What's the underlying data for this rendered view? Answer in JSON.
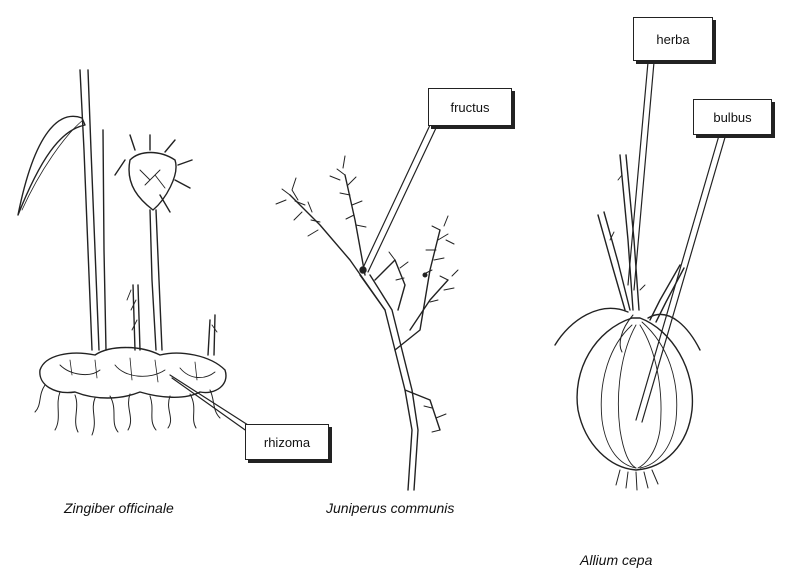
{
  "labels": {
    "herba": "herba",
    "fructus": "fructus",
    "bulbus": "bulbus",
    "rhizoma": "rhizoma"
  },
  "captions": {
    "zingiber": "Zingiber officinale",
    "juniperus": "Juniperus communis",
    "allium": "Allium cepa"
  },
  "colors": {
    "ink": "#222222",
    "background": "#ffffff"
  }
}
